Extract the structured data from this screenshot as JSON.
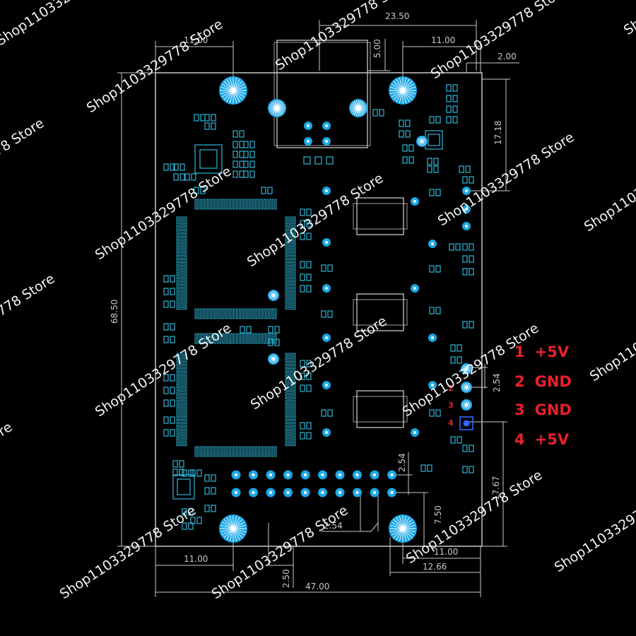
{
  "dimensions": {
    "top_width": "23.50",
    "top_left_offset": "11.00",
    "top_right_offset": "11.00",
    "connector_height": "5.00",
    "right_edge_gap": "2.00",
    "right_upper_height": "17.18",
    "left_height": "68.50",
    "header_pitch_vertical": "2.54",
    "header_pitch_right": "2.54",
    "right_lower_height": "17.67",
    "bottom_pitch": "2.54",
    "bottom_pin_height": "7.50",
    "bottom_left_offset": "11.00",
    "bottom_hole_offset": "2.50",
    "bottom_right_offset": "11.00",
    "bottom_right_width": "12.66",
    "total_width": "47.00"
  },
  "pinout": [
    {
      "num": "1",
      "signal": "+5V"
    },
    {
      "num": "2",
      "signal": "GND"
    },
    {
      "num": "3",
      "signal": "GND"
    },
    {
      "num": "4",
      "signal": "+5V"
    }
  ],
  "pin_markers": [
    "2",
    "3",
    "4"
  ],
  "watermark": "Shop1103329778 Store",
  "colors": {
    "background": "#000000",
    "outline": "#c8c8c8",
    "pad": "#1aa7e8",
    "chip": "#2fb6d8",
    "pin_label": "#e8202a"
  }
}
